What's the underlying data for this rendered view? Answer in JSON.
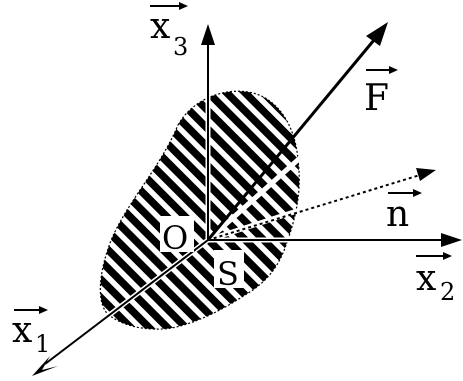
{
  "diagram": {
    "labels": {
      "x1": {
        "text": "x",
        "sub": "1"
      },
      "x2": {
        "text": "x",
        "sub": "2"
      },
      "x3": {
        "text": "x",
        "sub": "3"
      },
      "force": "F",
      "normal": "n",
      "origin": "O",
      "region": "S"
    },
    "colors": {
      "ink": "#000000",
      "background": "#ffffff"
    }
  }
}
